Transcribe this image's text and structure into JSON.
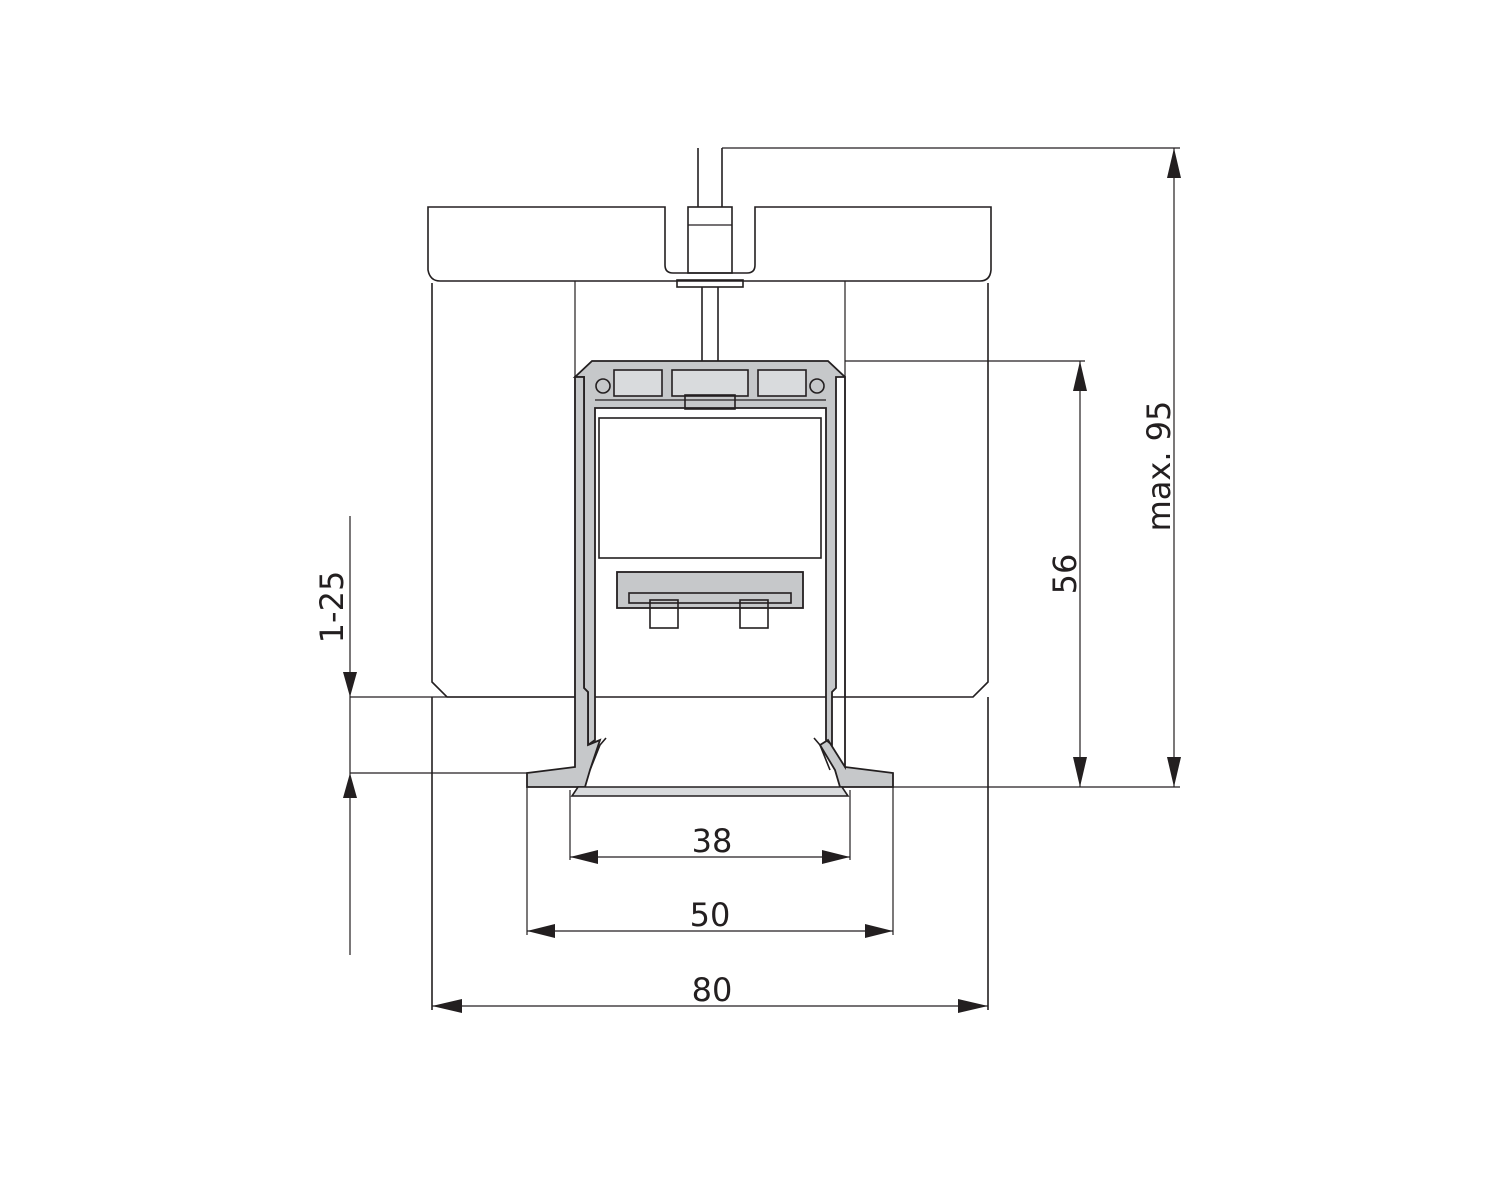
{
  "drawing": {
    "colors": {
      "line": "#231f20",
      "profile_fill": "#c6c8ca",
      "background": "#ffffff"
    },
    "dimensions": {
      "bottom_width": "80",
      "flange_width": "50",
      "opening_width": "38",
      "profile_height": "56",
      "total_height": "max. 95",
      "ceiling_thickness": "1-25"
    }
  }
}
